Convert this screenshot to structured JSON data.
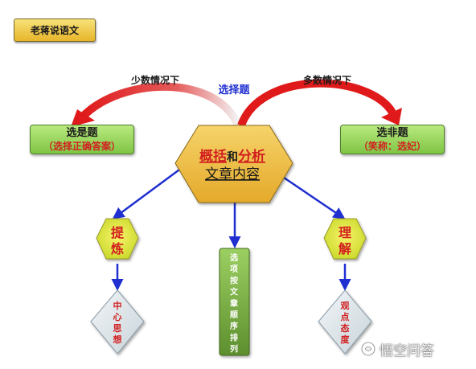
{
  "title_badge": "老蒋说语文",
  "top_label": "选择题",
  "left_arc_label": "少数情况下",
  "right_arc_label": "多数情况下",
  "left_box": {
    "line1": "选是题",
    "line2": "（选择正确答案）"
  },
  "right_box": {
    "line1": "选非题",
    "line2": "（笑称：选妃）"
  },
  "center": {
    "word1": "概括",
    "connector": "和",
    "word2": "分析",
    "line2": "文章内容"
  },
  "left_hex": {
    "chars": [
      "提",
      "炼"
    ]
  },
  "right_hex": {
    "chars": [
      "理",
      "解"
    ]
  },
  "middle_bar": {
    "chars": [
      "选",
      "项",
      "按",
      "文",
      "章",
      "顺",
      "序",
      "排",
      "列"
    ]
  },
  "left_diamond": {
    "chars": [
      "中",
      "心",
      "思",
      "想"
    ]
  },
  "right_diamond": {
    "chars": [
      "观",
      "点",
      "态",
      "度"
    ]
  },
  "watermark": "悟空问答",
  "colors": {
    "arc_red": "#e01a1a",
    "arrow_blue": "#1f2fd0",
    "accent_red": "#d21f1f",
    "hex_gold": "#e8b73a"
  }
}
